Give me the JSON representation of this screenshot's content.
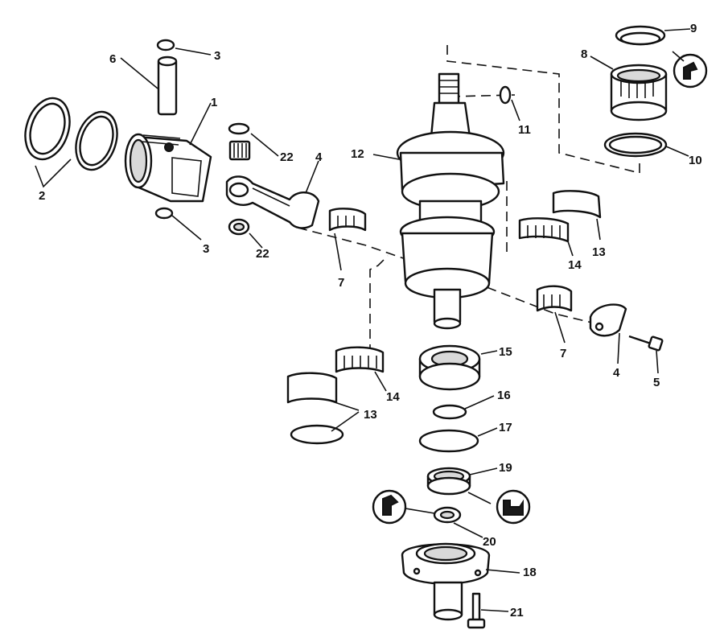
{
  "diagram": {
    "callouts": [
      {
        "id": "c1",
        "text": "1"
      },
      {
        "id": "c2",
        "text": "2"
      },
      {
        "id": "c3a",
        "text": "3"
      },
      {
        "id": "c3b",
        "text": "3"
      },
      {
        "id": "c4a",
        "text": "4"
      },
      {
        "id": "c4b",
        "text": "4"
      },
      {
        "id": "c5",
        "text": "5"
      },
      {
        "id": "c6",
        "text": "6"
      },
      {
        "id": "c7a",
        "text": "7"
      },
      {
        "id": "c7b",
        "text": "7"
      },
      {
        "id": "c8",
        "text": "8"
      },
      {
        "id": "c9",
        "text": "9"
      },
      {
        "id": "c10",
        "text": "10"
      },
      {
        "id": "c11",
        "text": "11"
      },
      {
        "id": "c12",
        "text": "12"
      },
      {
        "id": "c13a",
        "text": "13"
      },
      {
        "id": "c13b",
        "text": "13"
      },
      {
        "id": "c14a",
        "text": "14"
      },
      {
        "id": "c14b",
        "text": "14"
      },
      {
        "id": "c15",
        "text": "15"
      },
      {
        "id": "c16",
        "text": "16"
      },
      {
        "id": "c17",
        "text": "17"
      },
      {
        "id": "c18",
        "text": "18"
      },
      {
        "id": "c19",
        "text": "19"
      },
      {
        "id": "c20",
        "text": "20"
      },
      {
        "id": "c21",
        "text": "21"
      },
      {
        "id": "c22a",
        "text": "22"
      },
      {
        "id": "c22b",
        "text": "22"
      }
    ]
  }
}
